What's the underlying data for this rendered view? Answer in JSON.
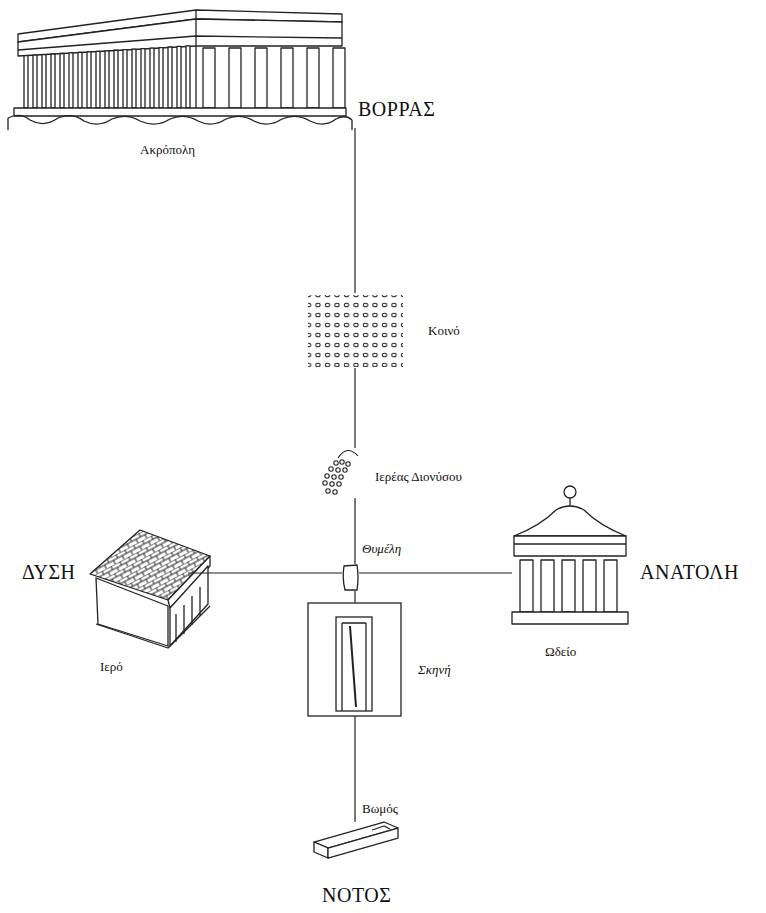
{
  "diagram": {
    "nodes": [
      {
        "text": [
          "Ακρόπολη"
        ]
      },
      {
        "text": [
          "Κοινό"
        ]
      },
      {
        "text": [
          "Ιερέας Διονύσου"
        ]
      },
      {
        "text": [
          "Ιερό"
        ]
      },
      {
        "text": [
          "Θυμέλη"
        ]
      },
      {
        "text": [
          "Ωδείο"
        ]
      },
      {
        "text": [
          "Σκηνή"
        ]
      },
      {
        "text": [
          "Βωμός"
        ]
      }
    ],
    "edges": [
      {
        "from": 1,
        "to": 2,
        "arrow": "none"
      },
      {
        "from": 2,
        "to": 4,
        "arrow": "none"
      },
      {
        "from": 3,
        "to": 4,
        "arrow": "none"
      },
      {
        "from": 4,
        "to": 5,
        "arrow": "none"
      },
      {
        "from": 4,
        "to": 6,
        "arrow": "none"
      },
      {
        "from": 6,
        "to": 7,
        "arrow": "none"
      }
    ],
    "labels": [
      "ΒΟΡΡΑΣ",
      "ΔΥΣΗ",
      "ΑΝΑΤΟΛΗ",
      "ΝΟΤΟΣ"
    ]
  }
}
